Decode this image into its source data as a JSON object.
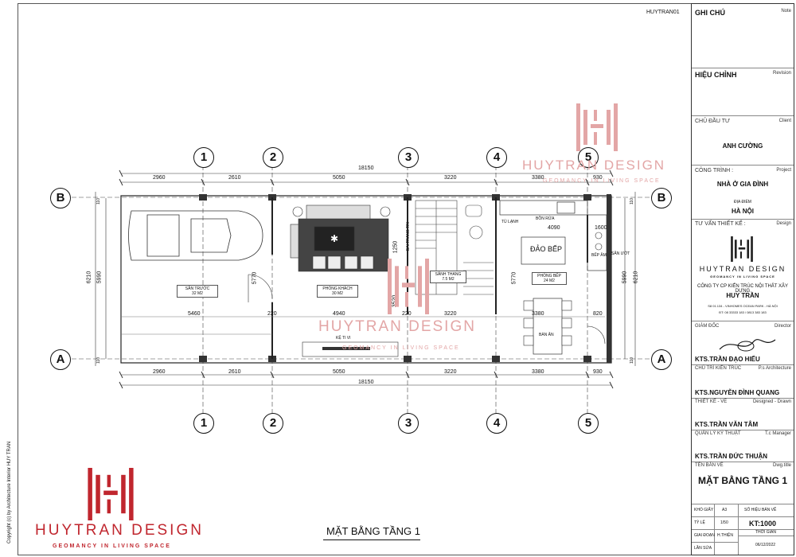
{
  "sheet_code": "HUYTRAN01",
  "drawing_title": "MẶT BẰNG TẦNG 1",
  "copyright": "Copyright (c) by Architecture Interior HUY TRAN",
  "brand": {
    "name": "HUYTRAN DESIGN",
    "tagline": "GEOMANCY IN LIVING SPACE",
    "color": "#c0262e",
    "watermark_color": "#e3a6a6"
  },
  "grid": {
    "columns": [
      "1",
      "2",
      "3",
      "4",
      "5"
    ],
    "rows": [
      "A",
      "B"
    ]
  },
  "dimensions": {
    "top_segments": [
      "2960",
      "2610",
      "5050",
      "3220",
      "3380",
      "930"
    ],
    "top_total": "18150",
    "bottom_segments": [
      "2960",
      "2610",
      "5050",
      "3220",
      "3380",
      "930"
    ],
    "bottom_total": "18150",
    "inner_row": [
      "5460",
      "220",
      "4940",
      "220",
      "3220",
      "3380",
      "820"
    ],
    "left_outer": "6210",
    "left_inner": "5990",
    "right_outer": "6210",
    "right_inner": "5990",
    "edge_left_top": "110",
    "edge_left_bottom": "110",
    "edge_right_top": "110",
    "edge_right_bottom": "110",
    "mid_5770_a": "5770",
    "mid_5770_b": "5770",
    "stair_1250": "1250",
    "stair_3520": "3520",
    "kitchen_4090": "4090",
    "kitchen_1600": "1600"
  },
  "rooms": {
    "san_truoc": "SÂN TRƯỚC",
    "san_truoc_area": "32 M2",
    "phong_khach": "PHÒNG KHÁCH",
    "phong_khach_area": "30 M2",
    "sanh_thang": "SẢNH THANG",
    "sanh_thang_area": "7.5 M2",
    "phong_bep": "PHÒNG BẾP",
    "phong_bep_area": "24 M2",
    "bai_trang_tri": "BAI TRANG TRI",
    "tu_lanh": "TỦ LẠNH",
    "bon_rua": "BỒN RỬA",
    "bep_am": "BẾP ÂM",
    "dao_bep": "ĐẢO BẾP",
    "ban_an": "BÀN ĂN",
    "ke_tivi": "KỆ TI VI",
    "san_uot": "SÂN ƯỚT"
  },
  "title_block": {
    "ghi_chu": "GHI CHÚ",
    "note": "Note",
    "hieu_chinh": "HIỆU CHỈNH",
    "revision": "Revision",
    "chu_dau_tu": "CHỦ ĐẦU TƯ",
    "client": "Client",
    "client_name": "ANH CƯỜNG",
    "cong_trinh": "CÔNG TRÌNH :",
    "project": "Project",
    "project_name": "NHÀ Ở GIA ĐÌNH",
    "dia_diem": "ĐỊA ĐIỂM",
    "location": "HÀ NỘI",
    "tu_van": "TƯ VẤN THIẾT KẾ :",
    "design": "Design",
    "company": "CÔNG TY CP KIẾN TRÚC NỘI THẤT XÂY DỰNG",
    "company_name": "HUY TRẦN",
    "address": "S8 01.134 - VINHOMES OCEAN PARK - HÀ NỘI",
    "phone": "ĐT: 08 33333 183 / 0813 383 183",
    "giam_doc": "GIÁM ĐỐC",
    "director": "Director",
    "p1_name": "KTS.TRẦN ĐẠO HIẾU",
    "p1_role": "CHỦ TRÌ KIẾN TRÚC",
    "p1_role_en": "P.s Architecture",
    "p2_name": "KTS.NGUYỄN ĐÌNH QUANG",
    "p2_role": "THIẾT KẾ - VẼ",
    "p2_role_en": "Designed - Drawn",
    "p3_name": "KTS.TRẦN VĂN TÂM",
    "p3_role": "QUẢN LÝ KỸ THUẬT",
    "p3_role_en": "T.c Manager",
    "p4_name": "KTS.TRẦN ĐỨC THUẬN",
    "p4_role": "TÊN BẢN VẼ",
    "p4_role_en": "Dwg.title",
    "sheet_title": "MẶT BẰNG TẦNG 1",
    "kho_giay": "KHỔ GIẤY",
    "kho_giay_val": "A3",
    "so_hieu": "SỐ HIỆU BẢN VẼ",
    "ti_le": "TỶ LỆ",
    "ti_le_val": "1/50",
    "kt_code": "KT:1000",
    "giai_doan": "GIAI ĐOẠN",
    "giai_doan_val": "H.THIỆN",
    "thoi_gian": "THỜI GIAN",
    "lan_sua": "LẦN SỬA",
    "date": "06/12/2022"
  }
}
